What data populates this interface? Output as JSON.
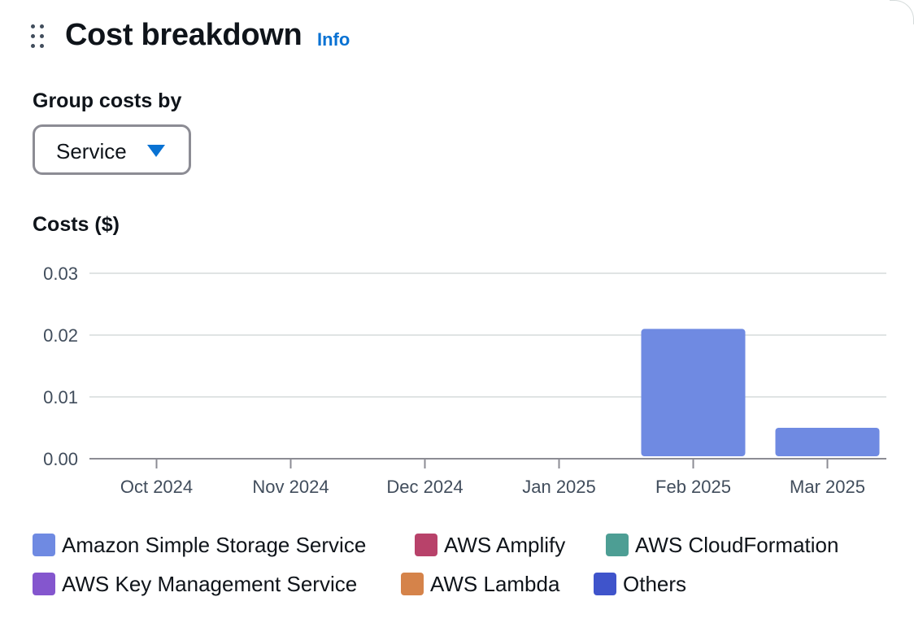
{
  "header": {
    "title": "Cost breakdown",
    "info_label": "Info"
  },
  "group_by": {
    "label": "Group costs by",
    "selected": "Service"
  },
  "chart_data": {
    "type": "bar",
    "ylabel": "Costs ($)",
    "xlabel": "",
    "categories": [
      "Oct 2024",
      "Nov 2024",
      "Dec 2024",
      "Jan 2025",
      "Feb 2025",
      "Mar 2025"
    ],
    "ylim": [
      0,
      0.03
    ],
    "yticks": [
      "0.03",
      "0.02",
      "0.01",
      "0.00"
    ],
    "grid": true,
    "legend_placement": "bottom",
    "stacked": true,
    "series": [
      {
        "name": "Amazon Simple Storage Service",
        "color": "#6f8ae2",
        "values": [
          0,
          0,
          0,
          0,
          0.021,
          0.005
        ]
      },
      {
        "name": "AWS Amplify",
        "color": "#b8426a",
        "values": [
          0,
          0,
          0,
          0,
          0,
          0
        ]
      },
      {
        "name": "AWS CloudFormation",
        "color": "#4d9e94",
        "values": [
          0,
          0,
          0,
          0,
          0,
          0
        ]
      },
      {
        "name": "AWS Key Management Service",
        "color": "#8456ce",
        "values": [
          0,
          0,
          0,
          0,
          0,
          0
        ]
      },
      {
        "name": "AWS Lambda",
        "color": "#d5834a",
        "values": [
          0,
          0,
          0,
          0,
          0,
          0
        ]
      },
      {
        "name": "Others",
        "color": "#3f54cb",
        "values": [
          0,
          0,
          0,
          0,
          0,
          0
        ]
      }
    ]
  }
}
